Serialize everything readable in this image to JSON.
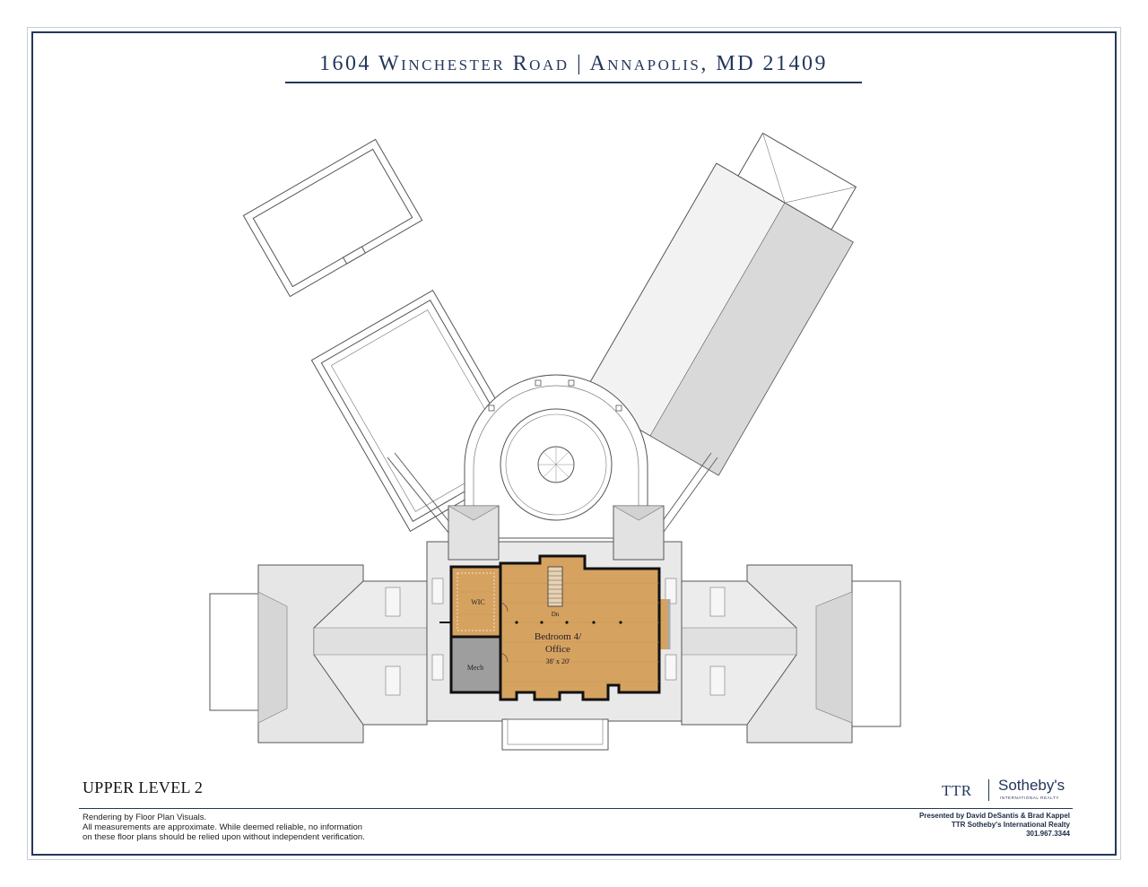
{
  "header": {
    "title": "1604 Winchester Road | Annapolis, MD 21409"
  },
  "plan": {
    "level": "UPPER LEVEL 2",
    "rooms": {
      "bedroom_name": "Bedroom 4/",
      "bedroom_name_2": "Office",
      "bedroom_size": "38' x 20'",
      "wic": "WIC",
      "mech": "Mech",
      "stair": "Dn"
    }
  },
  "footer": {
    "disclaimer_1": "Rendering by Floor Plan Visuals.",
    "disclaimer_2": "All measurements are approximate. While deemed reliable, no information",
    "disclaimer_3": "on these floor plans should be relied upon without independent verification.",
    "presenter_1": "Presented by David DeSantis & Brad Kappel",
    "presenter_2": "TTR Sotheby's International Realty",
    "presenter_3": "301.967.3344"
  },
  "logo": {
    "ttr": "TTR",
    "sothebys": "Sotheby's",
    "realty": "INTERNATIONAL REALTY"
  },
  "colors": {
    "navy": "#23375a",
    "floor": "#d6a260",
    "roof_light": "#ececec",
    "roof_mid": "#dadada",
    "mech": "#9e9e9e"
  }
}
